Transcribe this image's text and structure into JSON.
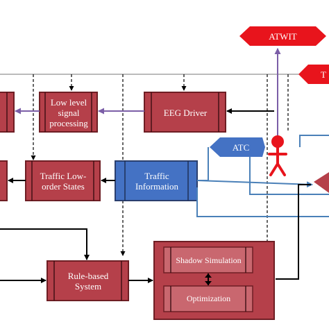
{
  "nodes": {
    "low_level": "Low level signal processing",
    "eeg_driver": "EEG Driver",
    "traffic_low_order": "Traffic Low-order States",
    "traffic_info": "Traffic Information",
    "rule_based": "Rule-based System",
    "shadow_sim": "Shadow Simulation",
    "optimization": "Optimization",
    "atc": "ATC",
    "atwit": "ATWIT",
    "t_partial": "T"
  },
  "colors": {
    "red": "#b5404a",
    "blue": "#4472c4",
    "purple": "#7b5ea7",
    "human": "#e8141c"
  }
}
